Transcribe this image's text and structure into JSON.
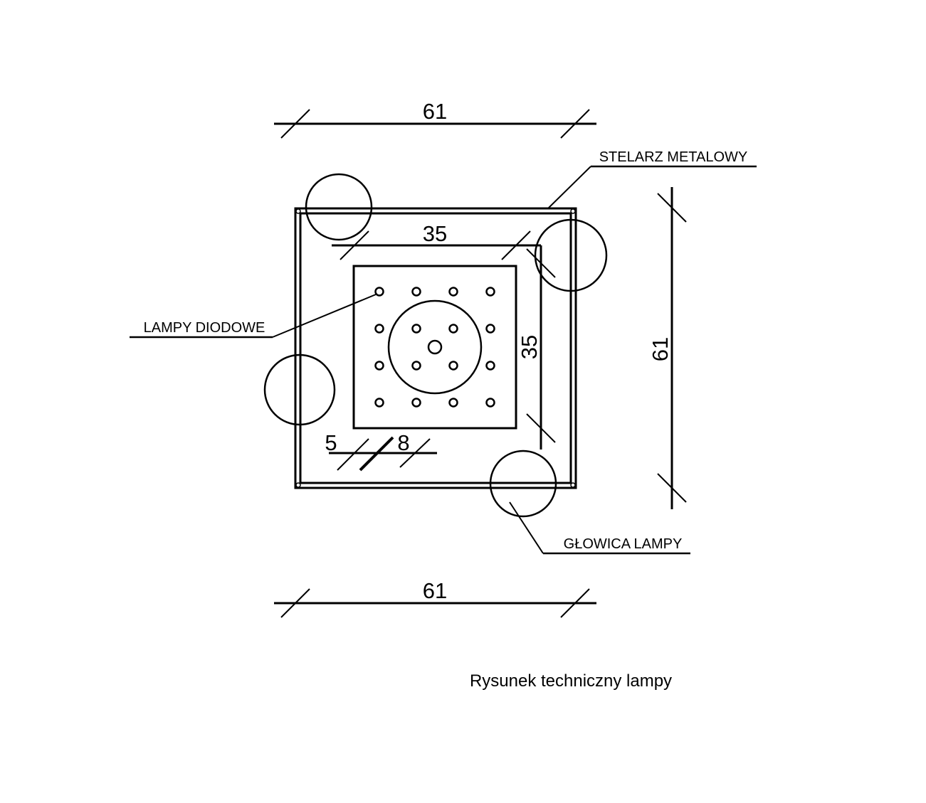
{
  "labels": {
    "frame": "STELARZ METALOWY",
    "leds": "LAMPY DIODOWE",
    "head": "GŁOWICA LAMPY"
  },
  "dimensions": {
    "top_width": "61",
    "bottom_width": "61",
    "right_height": "61",
    "inner_width": "35",
    "inner_height": "35",
    "margin_a": "5",
    "margin_b": "8"
  },
  "caption": "Rysunek techniczny lampy"
}
